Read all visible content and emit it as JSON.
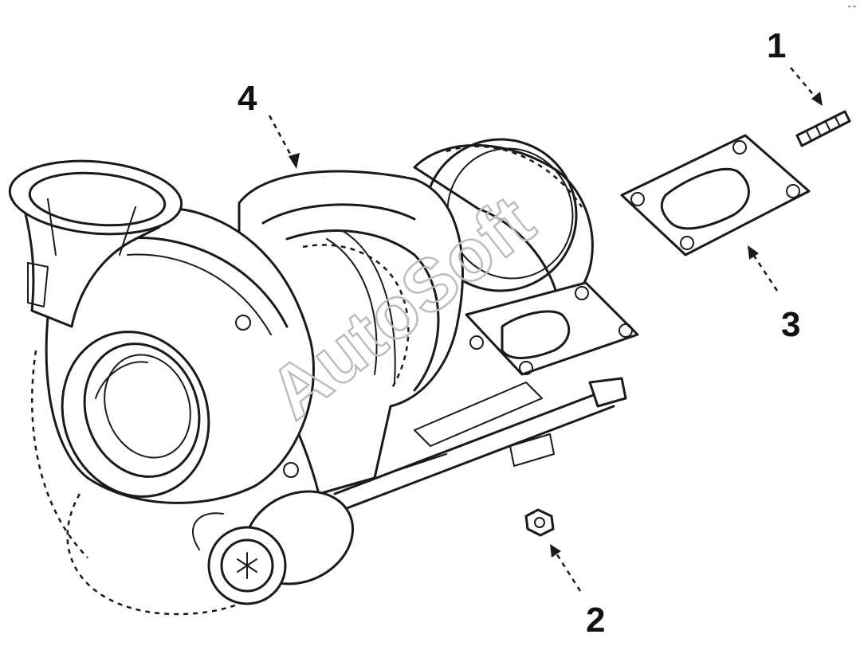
{
  "callouts": {
    "c1": "1",
    "c2": "2",
    "c3": "3",
    "c4": "4"
  },
  "watermark": "AutoSoft",
  "corner_mark": "\" \""
}
